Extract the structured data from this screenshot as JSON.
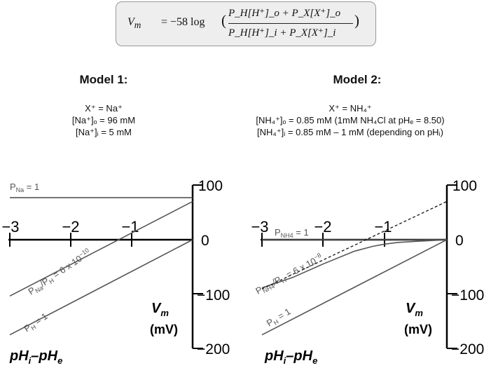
{
  "equation": {
    "lhs": "V",
    "lhs_sub": "m",
    "eq_op": "= −58 log",
    "numerator": "P_H[H⁺]_o + P_X[X⁺]_o",
    "denominator": "P_H[H⁺]_i + P_X[X⁺]_i"
  },
  "model1": {
    "title": "Model 1:",
    "lines": [
      "X⁺ = Na⁺",
      "[Na⁺]ₒ = 96 mM",
      "[Na⁺]ᵢ = 5 mM"
    ],
    "curve_labels": {
      "pna": "P",
      "pna_sub": "Na",
      "pna_val": " = 1",
      "ratio_p1": "P",
      "ratio_s1": "Na",
      "ratio_mid": "/P",
      "ratio_s2": "H",
      "ratio_val": " = 6 x 10",
      "ratio_exp": "−10",
      "ph": "P",
      "ph_sub": "H",
      "ph_val": " = 1"
    }
  },
  "model2": {
    "title": "Model 2:",
    "lines": [
      "X⁺ = NH₄⁺",
      "[NH₄⁺]ₒ = 0.85 mM (1mM NH₄Cl at pHₑ = 8.50)",
      "[NH₄⁺]ᵢ = 0.85 mM – 1 mM (depending on pHᵢ)"
    ],
    "curve_labels": {
      "pnh4": "P",
      "pnh4_sub": "NH4",
      "pnh4_val": " = 1",
      "ratio_p1": "P",
      "ratio_s1": "NH4",
      "ratio_mid": "/P",
      "ratio_s2": "H",
      "ratio_val": " = 6 x 10",
      "ratio_exp": "−8",
      "ph": "P",
      "ph_sub": "H",
      "ph_val": " = 1"
    }
  },
  "axes": {
    "x_ticks": [
      "−3",
      "−2",
      "−1"
    ],
    "y_ticks": [
      "100",
      "0",
      "−100",
      "−200"
    ],
    "x_label": "pH",
    "x_label_sub1": "i",
    "x_label_mid": "–pH",
    "x_label_sub2": "e",
    "y_label": "V",
    "y_label_sub": "m",
    "y_unit": "(mV)"
  },
  "colors": {
    "axis": "#000000",
    "curve": "#555555",
    "equation_box": "#eeeeee"
  },
  "chart_data": [
    {
      "type": "line",
      "x_range": [
        -3,
        0
      ],
      "y_range": [
        -200,
        100
      ],
      "series": [
        {
          "x": [
            -3,
            0
          ],
          "y": [
            77,
            77
          ]
        },
        {
          "x": [
            -3,
            0
          ],
          "y": [
            -103,
            70
          ]
        },
        {
          "x": [
            -3,
            0
          ],
          "y": [
            -174,
            0
          ]
        }
      ]
    },
    {
      "type": "line",
      "x_range": [
        -3,
        0
      ],
      "y_range": [
        -200,
        100
      ],
      "series": [
        {
          "x": [
            -3,
            0
          ],
          "y": [
            0,
            0
          ]
        },
        {
          "x": [
            -3,
            -2.5,
            -2,
            -1.5,
            -1.2,
            -1,
            -0.8,
            -0.5,
            -0.25,
            0
          ],
          "y": [
            -88,
            -69,
            -44,
            -21,
            -12,
            -8,
            -5,
            -3,
            -1.5,
            0
          ]
        },
        {
          "x": [
            -3,
            0
          ],
          "y": [
            -90,
            70
          ],
          "style": "dashed"
        },
        {
          "x": [
            -3,
            0
          ],
          "y": [
            -174,
            0
          ]
        }
      ]
    }
  ]
}
